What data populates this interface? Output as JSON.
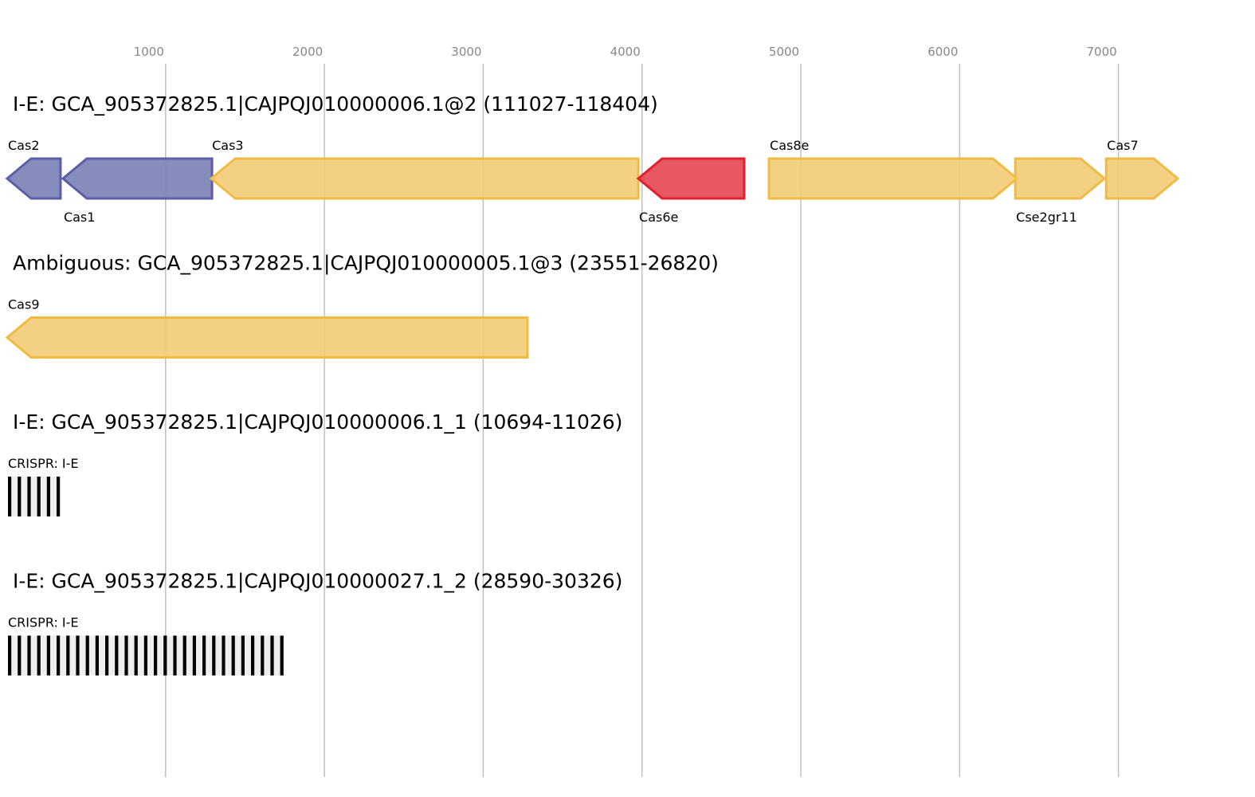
{
  "axis": {
    "ticks": [
      1000,
      2000,
      3000,
      4000,
      5000,
      6000,
      7000
    ],
    "tick_labels": [
      "1000",
      "2000",
      "3000",
      "4000",
      "5000",
      "6000",
      "7000"
    ]
  },
  "colors": {
    "cas_adapt_fill": "#7b7fb5",
    "cas_adapt_stroke": "#5a5fa8",
    "cas_effector_fill": "#f2cc74",
    "cas_effector_stroke": "#f0bb45",
    "cas6_fill": "#e5444f",
    "cas6_stroke": "#e0202e",
    "crispr_repeat": "#000000",
    "crispr_bg": "#eeeeee"
  },
  "tracks": [
    {
      "title": "I-E: GCA_905372825.1|CAJPQJ010000006.1@2 (111027-118404)",
      "type": "genes",
      "genes": [
        {
          "name": "Cas2",
          "start": 0,
          "end": 336,
          "strand": "-",
          "color": "adapt",
          "label_pos": "above"
        },
        {
          "name": "Cas1",
          "start": 351,
          "end": 1290,
          "strand": "-",
          "color": "adapt",
          "label_pos": "below"
        },
        {
          "name": "Cas3",
          "start": 1285,
          "end": 3974,
          "strand": "-",
          "color": "effector",
          "label_pos": "above"
        },
        {
          "name": "Cas6e",
          "start": 3974,
          "end": 4641,
          "strand": "-",
          "color": "cas6",
          "label_pos": "below"
        },
        {
          "name": "Cas8e",
          "start": 4797,
          "end": 6358,
          "strand": "+",
          "color": "effector",
          "label_pos": "above"
        },
        {
          "name": "Cse2gr11",
          "start": 6348,
          "end": 6910,
          "strand": "+",
          "color": "effector",
          "label_pos": "below"
        },
        {
          "name": "Cas7",
          "start": 6920,
          "end": 7371,
          "strand": "+",
          "color": "effector",
          "label_pos": "above"
        }
      ]
    },
    {
      "title": "Ambiguous: GCA_905372825.1|CAJPQJ010000005.1@3 (23551-26820)",
      "type": "genes",
      "genes": [
        {
          "name": "Cas9",
          "start": 0,
          "end": 3276,
          "strand": "-",
          "color": "effector",
          "label_pos": "above"
        }
      ]
    },
    {
      "title": "I-E: GCA_905372825.1|CAJPQJ010000006.1_1 (10694-11026)",
      "type": "crispr",
      "label": "CRISPR: I-E",
      "repeats": 6,
      "start": 0,
      "end": 332
    },
    {
      "title": "I-E: GCA_905372825.1|CAJPQJ010000027.1_2 (28590-30326)",
      "type": "crispr",
      "label": "CRISPR: I-E",
      "repeats": 29,
      "start": 0,
      "end": 1736
    }
  ]
}
